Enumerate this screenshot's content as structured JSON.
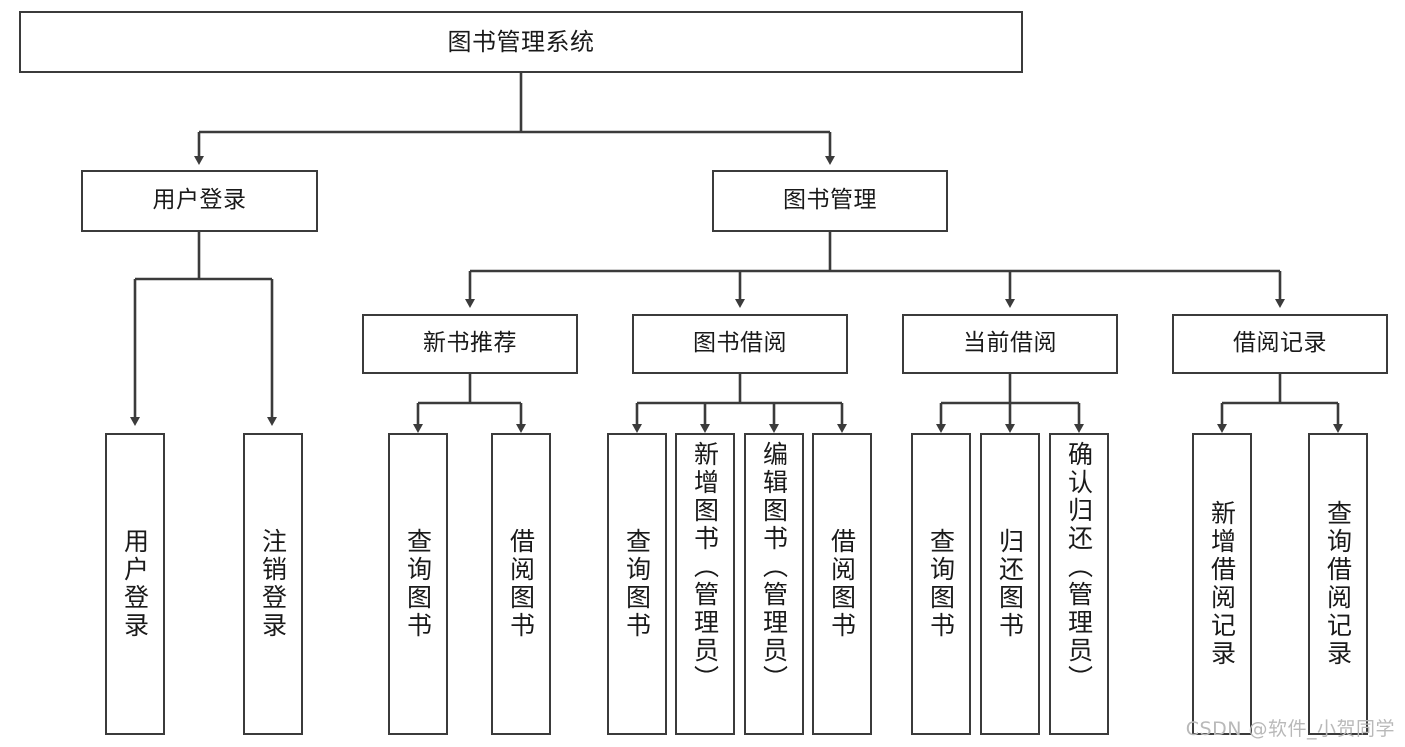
{
  "diagram": {
    "title": "图书管理系统",
    "type": "function-structure-tree",
    "orientation": "top-down",
    "levels": 4
  },
  "nodes": {
    "root": {
      "label": "图书管理系统"
    },
    "level2": [
      {
        "id": "user-login",
        "label": "用户登录"
      },
      {
        "id": "book-manage",
        "label": "图书管理"
      }
    ],
    "level3": [
      {
        "id": "new-book-rec",
        "label": "新书推荐"
      },
      {
        "id": "book-borrow",
        "label": "图书借阅"
      },
      {
        "id": "current-borrow",
        "label": "当前借阅"
      },
      {
        "id": "borrow-record",
        "label": "借阅记录"
      }
    ],
    "leaves": {
      "user_login": [
        {
          "id": "leaf-user-login",
          "label": "用户登录"
        },
        {
          "id": "leaf-logout",
          "label": "注销登录"
        }
      ],
      "new_book_rec": [
        {
          "id": "leaf-query-book-1",
          "label": "查询图书"
        },
        {
          "id": "leaf-borrow-book-1",
          "label": "借阅图书"
        }
      ],
      "book_borrow": [
        {
          "id": "leaf-query-book-2",
          "label": "查询图书"
        },
        {
          "id": "leaf-add-book",
          "label": "新增图书（管理员）"
        },
        {
          "id": "leaf-edit-book",
          "label": "编辑图书（管理员）"
        },
        {
          "id": "leaf-borrow-book-2",
          "label": "借阅图书"
        }
      ],
      "current_borrow": [
        {
          "id": "leaf-query-book-3",
          "label": "查询图书"
        },
        {
          "id": "leaf-return-book",
          "label": "归还图书"
        },
        {
          "id": "leaf-confirm-return",
          "label": "确认归还（管理员）"
        }
      ],
      "borrow_record": [
        {
          "id": "leaf-add-record",
          "label": "新增借阅记录"
        },
        {
          "id": "leaf-query-record",
          "label": "查询借阅记录"
        }
      ]
    }
  },
  "watermark": {
    "text": "CSDN @软件_小贺同学"
  },
  "colors": {
    "border": "#3b3b3b",
    "background": "#ffffff",
    "text": "#1a1a1a",
    "watermark": "#b9b9b9"
  }
}
